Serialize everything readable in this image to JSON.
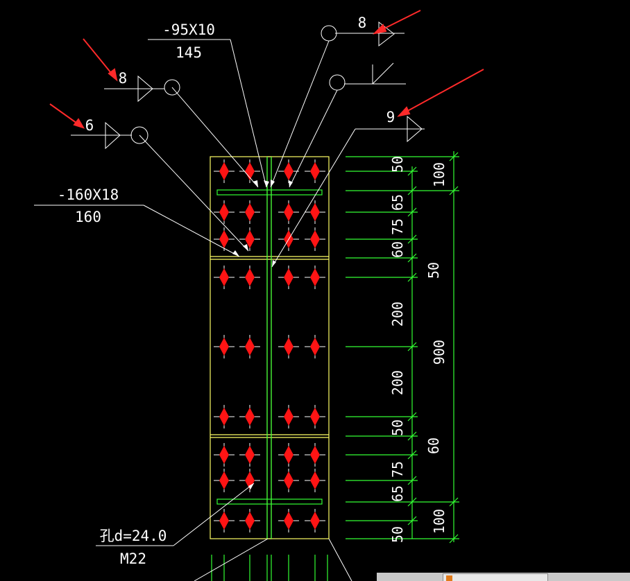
{
  "annotations": {
    "plate_95": {
      "spec": "-95X10",
      "length": "145"
    },
    "plate_160": {
      "spec": "-160X18",
      "length": "160"
    },
    "bolt_hole": {
      "hole": "孔d=24.0",
      "bolt": "M22"
    }
  },
  "welds": [
    {
      "size": "8",
      "side": "top"
    },
    {
      "size": "8",
      "side": "left"
    },
    {
      "size": "6",
      "side": "left"
    },
    {
      "size": "9",
      "side": "right"
    }
  ],
  "dimensions": {
    "inner": [
      "50",
      "65",
      "75",
      "60",
      "200",
      "200",
      "50",
      "75",
      "65",
      "50"
    ],
    "middle": [
      "100",
      "50",
      "900",
      "60",
      "100"
    ]
  },
  "colors": {
    "background": "#000000",
    "plate": "#ffff66",
    "dimension": "#33ff33",
    "bolt": "#ff1414",
    "arrow": "#ff2a2a",
    "leader": "#ffffff"
  },
  "icons": [
    "bolt-icon",
    "weld-symbol-icon",
    "red-arrow-icon"
  ]
}
